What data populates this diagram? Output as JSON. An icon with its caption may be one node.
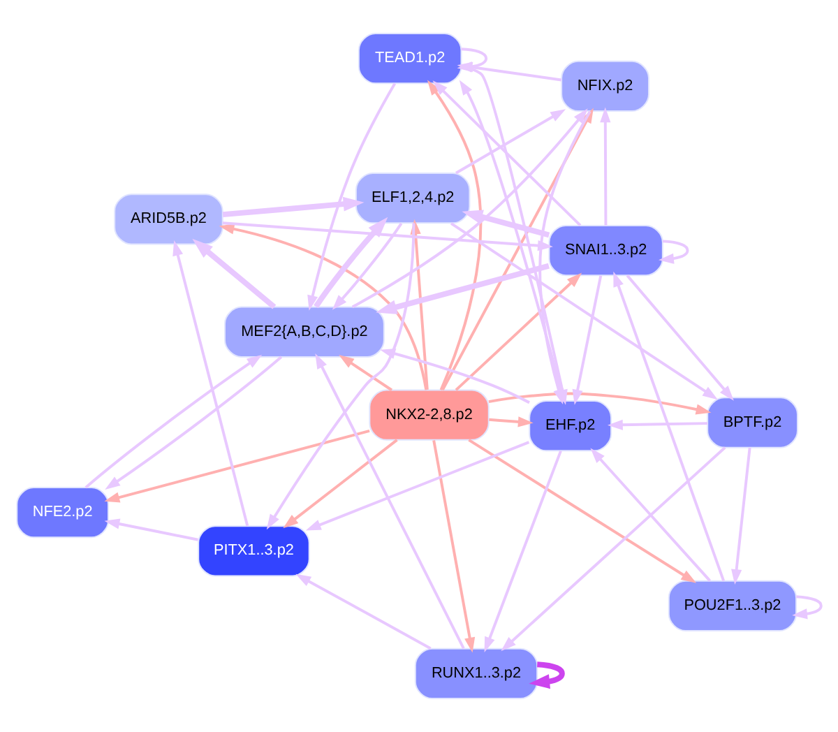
{
  "diagram": {
    "nodes": [
      {
        "text": [
          "NKX2-2,8.p2"
        ]
      },
      {
        "text": [
          "MEF2{A,B,C,D}.p2"
        ]
      },
      {
        "text": [
          "NFE2.p2"
        ]
      },
      {
        "text": [
          "NFIX.p2"
        ]
      },
      {
        "text": [
          "ARID5B.p2"
        ]
      },
      {
        "text": [
          "ELF1,2,4.p2"
        ]
      },
      {
        "text": [
          "PITX1..3.p2"
        ]
      },
      {
        "text": [
          "BPTF.p2"
        ]
      },
      {
        "text": [
          "POU2F1..3.p2"
        ]
      },
      {
        "text": [
          "SNAI1..3.p2"
        ]
      },
      {
        "text": [
          "RUNX1..3.p2"
        ]
      },
      {
        "text": [
          "TEAD1.p2"
        ]
      },
      {
        "text": [
          "EHF.p2"
        ]
      }
    ],
    "edges": [
      {
        "from": 0,
        "to": 1,
        "arrow": "to",
        "color": "#ffb0b0"
      },
      {
        "from": 0,
        "to": 2,
        "arrow": "to",
        "color": "#ffb0b0"
      },
      {
        "from": 0,
        "to": 3,
        "arrow": "to",
        "color": "#ffb0b0"
      },
      {
        "from": 0,
        "to": 4,
        "arrow": "to",
        "color": "#ffb0b0"
      },
      {
        "from": 0,
        "to": 5,
        "arrow": "to",
        "color": "#ffb0b0"
      },
      {
        "from": 0,
        "to": 6,
        "arrow": "to",
        "color": "#ffb0b0"
      },
      {
        "from": 0,
        "to": 7,
        "arrow": "to",
        "color": "#ffb0b0"
      },
      {
        "from": 0,
        "to": 8,
        "arrow": "to",
        "color": "#ffb0b0"
      },
      {
        "from": 0,
        "to": 9,
        "arrow": "to",
        "color": "#ffb0b0"
      },
      {
        "from": 0,
        "to": 10,
        "arrow": "to",
        "color": "#ffb0b0"
      },
      {
        "from": 0,
        "to": 11,
        "arrow": "to",
        "color": "#ffb0b0"
      },
      {
        "from": 0,
        "to": 12,
        "arrow": "to",
        "color": "#ffb0b0"
      },
      {
        "from": 1,
        "to": 2,
        "arrow": "to"
      },
      {
        "from": 2,
        "to": 1,
        "arrow": "to"
      },
      {
        "from": 1,
        "to": 3,
        "arrow": "to"
      },
      {
        "from": 1,
        "to": 4,
        "arrow": "to",
        "style": "thick"
      },
      {
        "from": 1,
        "to": 5,
        "arrow": "to",
        "style": "thick"
      },
      {
        "from": 4,
        "to": 5,
        "arrow": "to",
        "style": "thick"
      },
      {
        "from": 6,
        "to": 4,
        "arrow": "to"
      },
      {
        "from": 6,
        "to": 2,
        "arrow": "to"
      },
      {
        "from": 5,
        "to": 6,
        "arrow": "to"
      },
      {
        "from": 5,
        "to": 7,
        "arrow": "to"
      },
      {
        "from": 5,
        "to": 3,
        "arrow": "to"
      },
      {
        "from": 5,
        "to": 1,
        "arrow": "to"
      },
      {
        "from": 7,
        "to": 8,
        "arrow": "to"
      },
      {
        "from": 7,
        "to": 10,
        "arrow": "to"
      },
      {
        "from": 7,
        "to": 12,
        "arrow": "to"
      },
      {
        "from": 9,
        "to": 7,
        "arrow": "to"
      },
      {
        "from": 9,
        "to": 1,
        "arrow": "to",
        "style": "thick"
      },
      {
        "from": 9,
        "to": 3,
        "arrow": "to"
      },
      {
        "from": 9,
        "to": 11,
        "arrow": "to"
      },
      {
        "from": 9,
        "to": 12,
        "arrow": "to"
      },
      {
        "from": 9,
        "to": 5,
        "arrow": "to",
        "style": "thick"
      },
      {
        "from": 9,
        "to": 9,
        "arrow": "to"
      },
      {
        "from": 8,
        "to": 9,
        "arrow": "to"
      },
      {
        "from": 8,
        "to": 12,
        "arrow": "to"
      },
      {
        "from": 8,
        "to": 8,
        "arrow": "to"
      },
      {
        "from": 12,
        "to": 10,
        "arrow": "to"
      },
      {
        "from": 12,
        "to": 6,
        "arrow": "to"
      },
      {
        "from": 12,
        "to": 1,
        "arrow": "to"
      },
      {
        "from": 10,
        "to": 1,
        "arrow": "to"
      },
      {
        "from": 10,
        "to": 6,
        "arrow": "to"
      },
      {
        "from": 10,
        "to": 10,
        "arrow": "to",
        "color": "#cc44ee",
        "style": "thick"
      },
      {
        "from": 11,
        "to": 1,
        "arrow": "to"
      },
      {
        "from": 11,
        "to": 11,
        "arrow": "to"
      },
      {
        "from": 11,
        "to": 12,
        "arrow": "to"
      },
      {
        "from": 12,
        "to": 11,
        "arrow": "to"
      },
      {
        "from": 3,
        "to": 11,
        "arrow": "to"
      },
      {
        "from": 3,
        "to": 12,
        "arrow": "to"
      },
      {
        "from": 4,
        "to": 9,
        "arrow": "to"
      }
    ]
  }
}
